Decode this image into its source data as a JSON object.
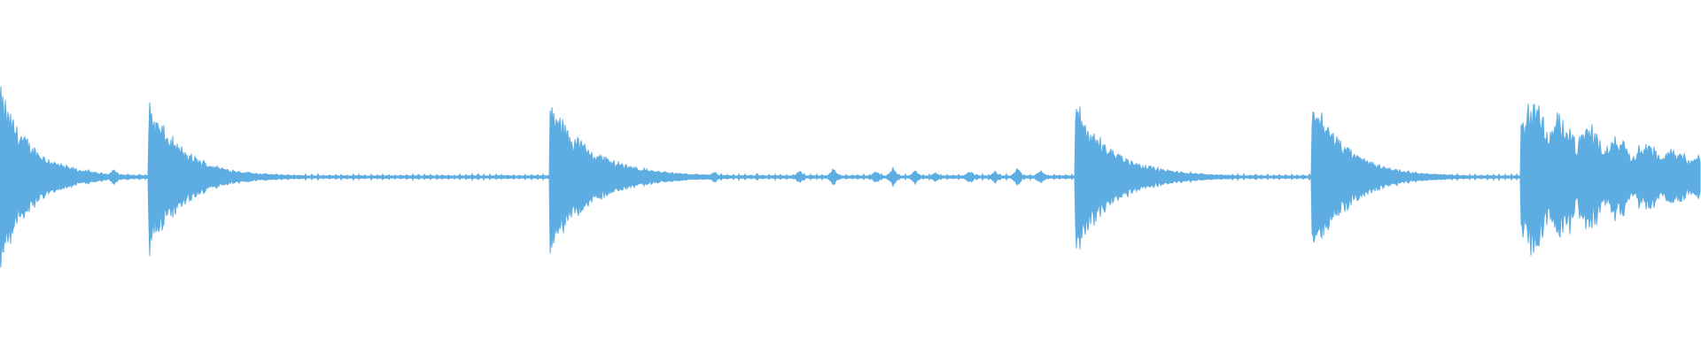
{
  "waveform": {
    "color": "#5dade2",
    "background": "#ffffff",
    "duration_fraction_visible": 1.0,
    "transients": [
      {
        "time": 0.0,
        "peak": 1.0,
        "decay": 0.018,
        "type": "hit"
      },
      {
        "time": 0.087,
        "peak": 0.86,
        "decay": 0.02,
        "type": "hit"
      },
      {
        "time": 0.323,
        "peak": 0.86,
        "decay": 0.024,
        "type": "hit"
      },
      {
        "time": 0.632,
        "peak": 0.84,
        "decay": 0.022,
        "type": "hit"
      },
      {
        "time": 0.771,
        "peak": 0.96,
        "decay": 0.02,
        "type": "hit"
      },
      {
        "time": 0.894,
        "peak": 1.0,
        "decay": 0.06,
        "type": "roll"
      }
    ],
    "bursts": [
      {
        "time": 0.052,
        "amp": 0.08
      },
      {
        "time": 0.067,
        "amp": 0.1
      },
      {
        "time": 0.14,
        "amp": 0.07
      },
      {
        "time": 0.42,
        "amp": 0.06
      },
      {
        "time": 0.47,
        "amp": 0.07
      },
      {
        "time": 0.49,
        "amp": 0.1
      },
      {
        "time": 0.515,
        "amp": 0.07
      },
      {
        "time": 0.525,
        "amp": 0.1
      },
      {
        "time": 0.538,
        "amp": 0.08
      },
      {
        "time": 0.55,
        "amp": 0.06
      },
      {
        "time": 0.57,
        "amp": 0.08
      },
      {
        "time": 0.585,
        "amp": 0.07
      },
      {
        "time": 0.598,
        "amp": 0.1
      },
      {
        "time": 0.612,
        "amp": 0.08
      },
      {
        "time": 0.7,
        "amp": 0.06
      }
    ],
    "noise_floor": 0.015
  }
}
